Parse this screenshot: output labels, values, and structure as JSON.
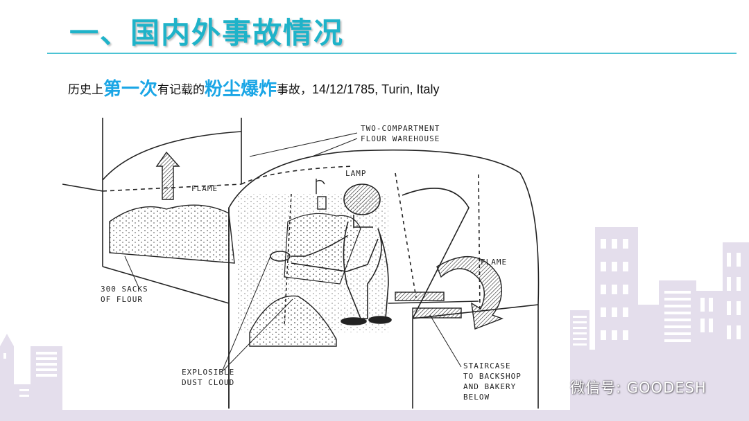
{
  "slide": {
    "title": "一、国内外事故情况",
    "subtitle": {
      "part1": "历史上",
      "highlight1": "第一次",
      "part2": "有记载的",
      "highlight2": "粉尘爆炸",
      "part3": "事故，",
      "details": "14/12/1785,  Turin, Italy"
    },
    "accent_color": "#1fb3c9",
    "highlight_color": "#1aa6e6"
  },
  "illustration": {
    "labels": {
      "warehouse_line1": "TWO-COMPARTMENT",
      "warehouse_line2": "FLOUR WAREHOUSE",
      "lamp": "LAMP",
      "flame_left": "FLAME",
      "flame_right": "FLAME",
      "sacks_line1": "300 SACKS",
      "sacks_line2": "OF FLOUR",
      "dust_line1": "EXPLOSIBLE",
      "dust_line2": "DUST CLOUD",
      "stair_line1": "STAIRCASE",
      "stair_line2": "TO BACKSHOP",
      "stair_line3": "AND BAKERY",
      "stair_line4": "BELOW"
    }
  },
  "watermark": {
    "icon": "wechat-icon",
    "text": "微信号: GOODESH"
  }
}
